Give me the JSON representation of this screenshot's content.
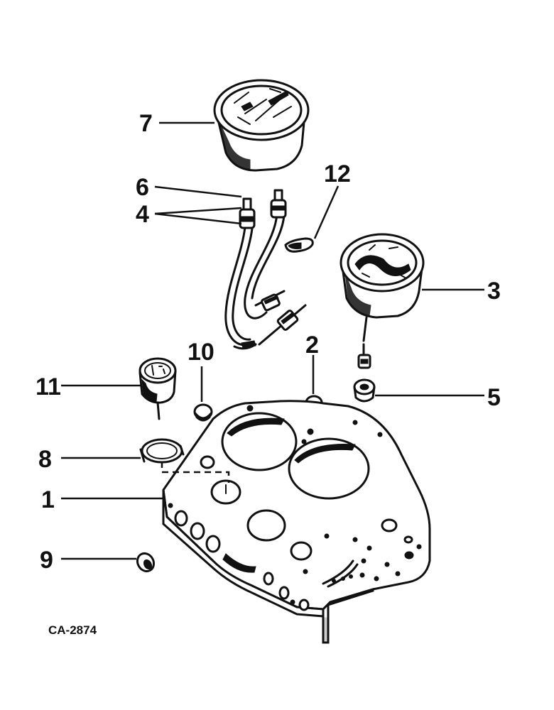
{
  "drawing_code": "CA-2874",
  "callouts": [
    {
      "id": "1",
      "text": "1",
      "part": "instrument-panel"
    },
    {
      "id": "2",
      "text": "2",
      "part": "plug-button"
    },
    {
      "id": "3",
      "text": "3",
      "part": "tachometer-gauge"
    },
    {
      "id": "4",
      "text": "4",
      "part": "sender-fittings"
    },
    {
      "id": "5",
      "text": "5",
      "part": "cable-nut"
    },
    {
      "id": "6",
      "text": "6",
      "part": "sender-tip"
    },
    {
      "id": "7",
      "text": "7",
      "part": "dual-gauge"
    },
    {
      "id": "8",
      "text": "8",
      "part": "mounting-ring"
    },
    {
      "id": "9",
      "text": "9",
      "part": "grommet"
    },
    {
      "id": "10",
      "text": "10",
      "part": "plug-button"
    },
    {
      "id": "11",
      "text": "11",
      "part": "small-gauge"
    },
    {
      "id": "12",
      "text": "12",
      "part": "clip"
    }
  ]
}
